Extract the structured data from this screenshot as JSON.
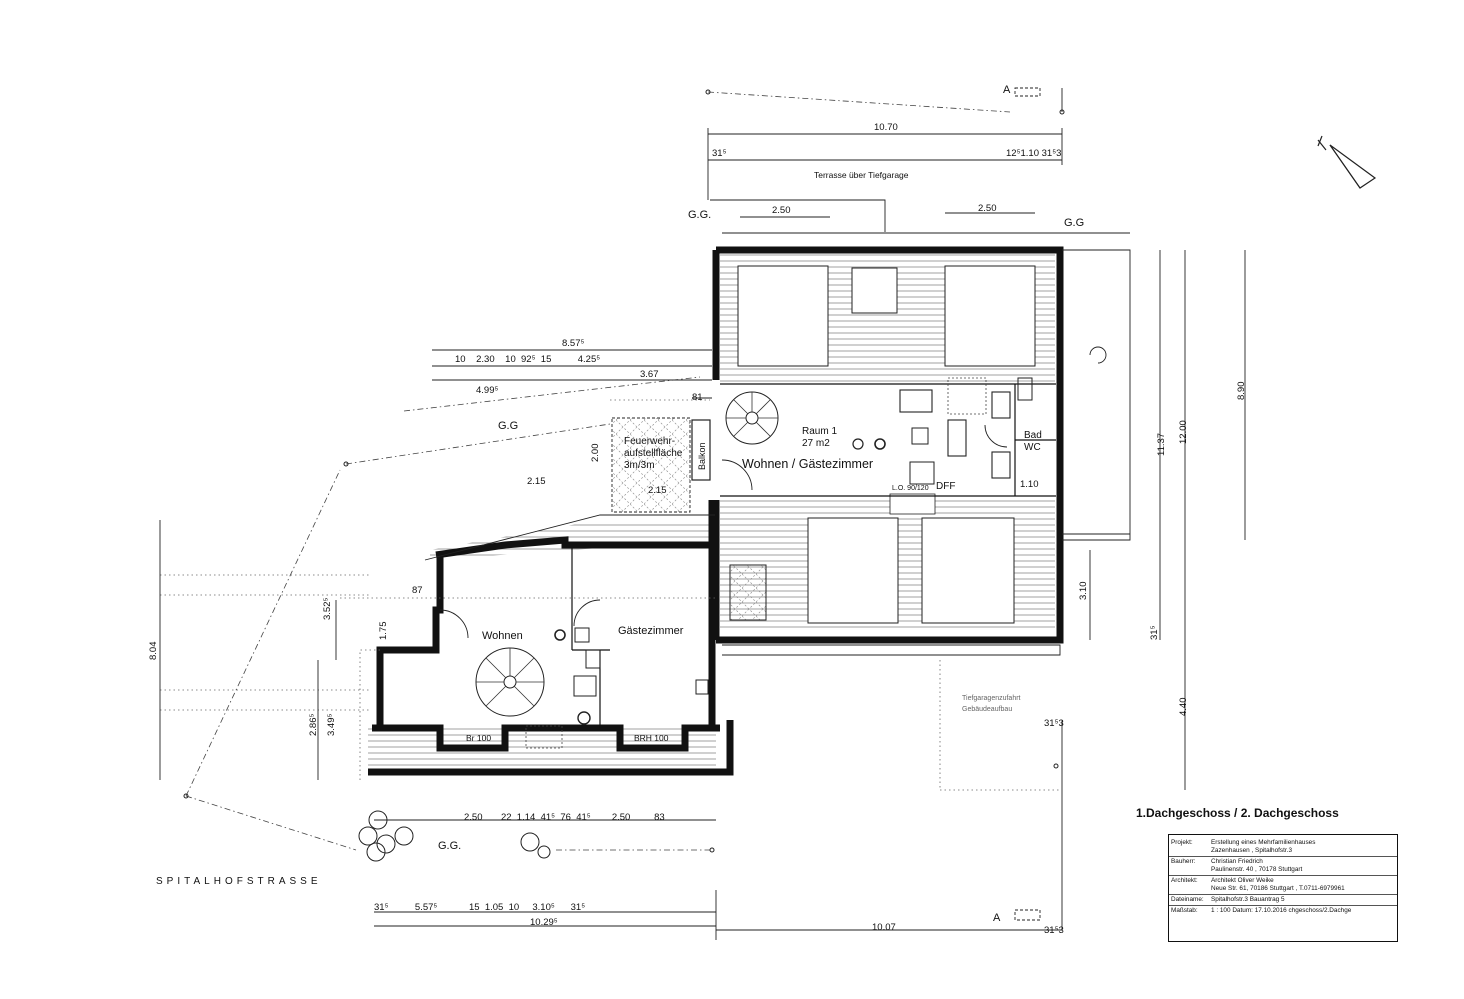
{
  "plan": {
    "title": "1.Dachgeschoss / 2. Dachgeschoss",
    "street": "SPITALHOFSTRASSE",
    "terrace": "Terrasse über Tiefgarage",
    "gg_marks": [
      "G.G.",
      "G.G",
      "G.G",
      "G.G."
    ],
    "section_marks": [
      "A",
      "A"
    ]
  },
  "rooms": {
    "raum1": "Raum 1",
    "raum1_area": "27 m2",
    "wohnen_gaeste": "Wohnen / Gästezimmer",
    "bad": "Bad",
    "wc": "WC",
    "dff": "DFF",
    "balkon": "Balkon",
    "feuerwehr_1": "Feuerwehr-",
    "feuerwehr_2": "aufstellfläche",
    "feuerwehr_3": "3m/3m",
    "wohnen": "Wohnen",
    "gaestezimmer": "Gästezimmer",
    "br100": "Br 100",
    "brh100": "BRH 100",
    "lo": "L.O. 90/120",
    "tiefgarage_1": "Tiefgaragenzufahrt",
    "tiefgarage_2": "Gebäudeaufbau"
  },
  "dims": {
    "d_1070": "10.70",
    "d_315a": "31⁵",
    "d_top_right": "12⁵1.10  31⁵3",
    "d_250a": "2.50",
    "d_250b": "2.50",
    "d_8575": "8.57⁵",
    "d_row": "10    2.30    10  92⁵  15          4.25⁵",
    "d_367": "3.67",
    "d_4995": "4.99⁵",
    "d_81": "81",
    "d_200": "2.00",
    "d_215a": "2.15",
    "d_215b": "2.15",
    "d_110": "1.10",
    "d_87": "87",
    "d_175": "1.75",
    "d_3525": "3.52⁵",
    "d_804": "8.04",
    "d_2865": "2.86⁵",
    "d_3495": "3.49⁵",
    "d_310": "3.10",
    "d_1137": "11.37",
    "d_1200": "12.00",
    "d_890": "8.90",
    "d_440": "4.40",
    "d_315b": "31⁵",
    "d_3153": "31⁵3",
    "d_bottom_row1": "2.50       22  1.14  41⁵  76  41⁵        2.50         83",
    "d_bottom_row2": "31⁵          5.57⁵            15  1.05  10     3.10⁵      31⁵",
    "d_1029": "10.29⁵",
    "d_1007": "10.07",
    "d_3153b": "31⁵3"
  },
  "title_block": {
    "projekt_key": "Projekt:",
    "projekt_1": "Erstellung eines Mehrfamilienhauses",
    "projekt_2": "Zazenhausen , Spitalhofstr.3",
    "bauherr_key": "Bauherr:",
    "bauherr_1": "Christian Friedrich",
    "bauherr_2": "Paulinenstr. 40 , 70178 Stuttgart",
    "architekt_key": "Architekt:",
    "architekt_1": "Architekt Oliver Weike",
    "architekt_2": "Neue Str. 61, 70186 Stuttgart , T.0711-6979961",
    "datei_key": "Dateiname:",
    "datei_val": "Spitalhofstr.3 Bauantrag 5",
    "massstab_key": "Maßstab:",
    "massstab_val": "1 : 100  Datum: 17.10.2016  chgeschoss/2.Dachge"
  }
}
